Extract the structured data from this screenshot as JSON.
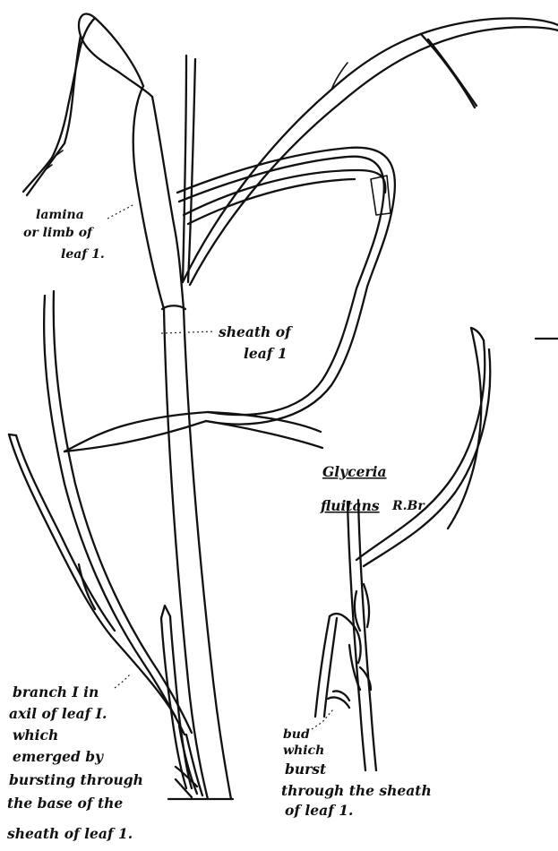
{
  "labels": {
    "lamina_line1": "lamina",
    "lamina_line2": "or limb of",
    "lamina_line3": "leaf 1.",
    "sheath_line1": "sheath of",
    "sheath_line2": "leaf 1",
    "species_line1": "Glyceria",
    "species_line2": "fluitans",
    "species_author": "R.Br.",
    "branch_line1": "branch I in",
    "branch_line2": "axil of leaf I.",
    "branch_line3": "which",
    "branch_line4": "emerged by",
    "branch_line5": "bursting through",
    "branch_line6": "the base of the",
    "branch_line7": "sheath of leaf 1.",
    "bud_line1": "bud",
    "bud_line2": "which",
    "bud_line3": "burst",
    "bud_line4": "through the sheath",
    "bud_line5": "of leaf 1."
  },
  "colors": {
    "ink": "#111111",
    "paper": "#ffffff"
  }
}
